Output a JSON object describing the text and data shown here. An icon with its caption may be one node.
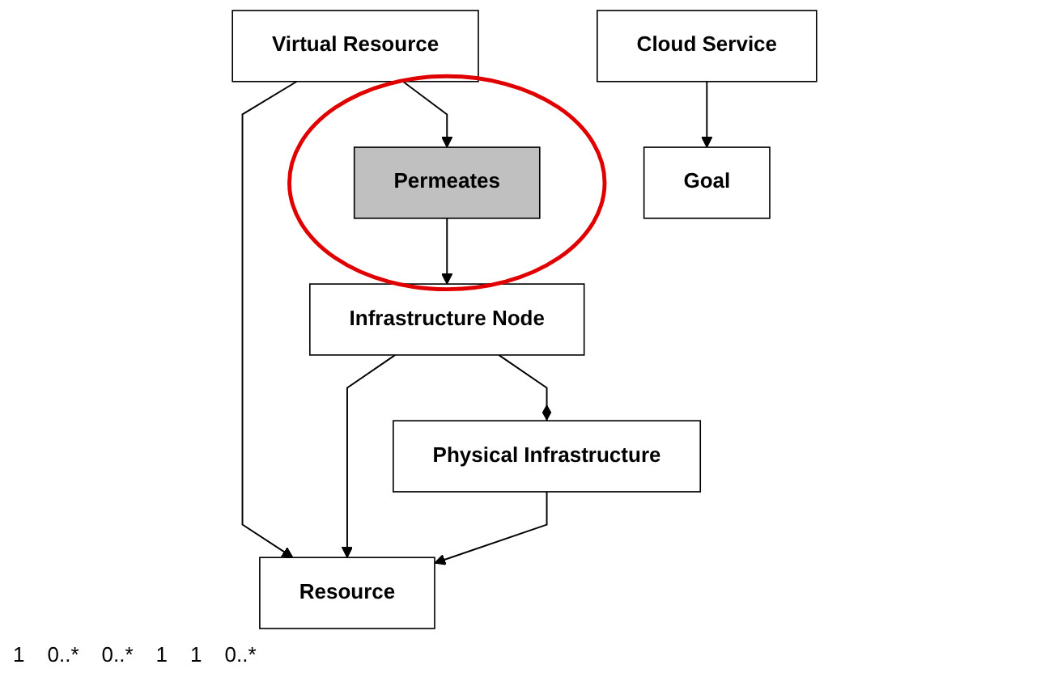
{
  "diagram": {
    "nodes": [
      {
        "text": [
          "Virtual Resource"
        ]
      },
      {
        "text": [
          "Resource"
        ]
      },
      {
        "text": [
          "Permeates"
        ]
      },
      {
        "text": [
          "Physical Infrastructure"
        ]
      },
      {
        "text": [
          "Goal"
        ]
      },
      {
        "text": [
          "Cloud Service"
        ]
      },
      {
        "text": [
          "Infrastructure Node"
        ]
      }
    ],
    "edges": [
      {
        "from": 0,
        "to": 1,
        "arrow": "to"
      },
      {
        "from": 3,
        "to": 1,
        "arrow": "to"
      },
      {
        "from": 6,
        "to": 1,
        "arrow": "to"
      },
      {
        "from": 0,
        "to": 2,
        "arrow": "to"
      },
      {
        "from": 2,
        "to": 6,
        "arrow": "to"
      },
      {
        "from": 3,
        "to": 6,
        "arrow": "other"
      },
      {
        "from": 5,
        "to": 4,
        "arrow": "to"
      }
    ],
    "labels": [
      "1",
      "0..*",
      "0..*",
      "1",
      "1",
      "0..*"
    ]
  }
}
